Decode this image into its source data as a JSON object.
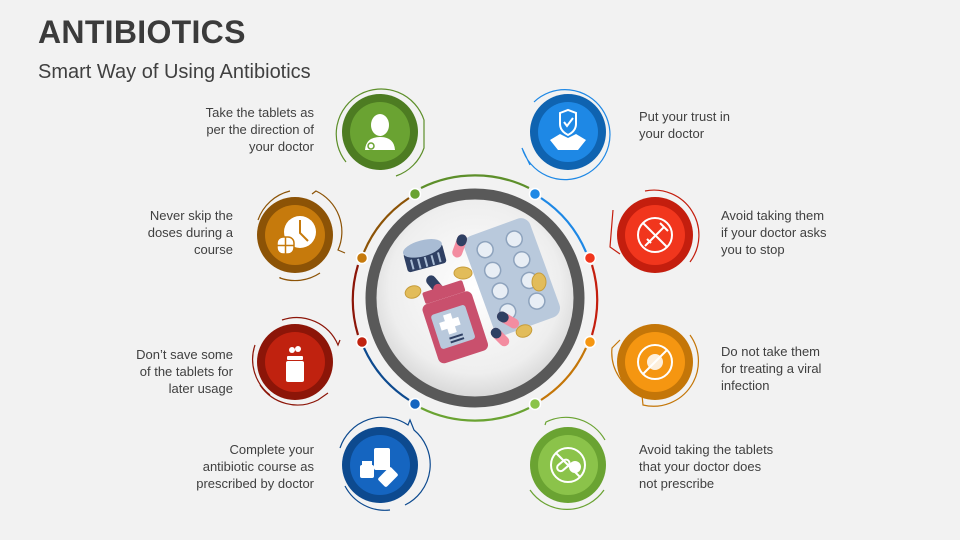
{
  "header": {
    "title": "ANTIBIOTICS",
    "subtitle": "Smart Way of Using Antibiotics"
  },
  "center": {
    "icon": "medicine-bottle-pills-icon",
    "ring_color": "#595959"
  },
  "steps": [
    {
      "id": "doctor-direction",
      "side": "left",
      "text": "Take the tablets as per the direction of your doctor",
      "lines": [
        "Take the tablets as",
        "per the direction of",
        "your doctor"
      ],
      "icon": "doctor-icon",
      "color": "#6aa332",
      "dark": "#4d7c22"
    },
    {
      "id": "trust-doctor",
      "side": "right",
      "text": "Put your trust in your doctor",
      "lines": [
        "Put your trust in",
        "your doctor"
      ],
      "icon": "handshake-shield-icon",
      "color": "#1e88e5",
      "dark": "#0f63b0"
    },
    {
      "id": "stop-when-asked",
      "side": "right",
      "text": "Avoid taking them if your doctor asks you to stop",
      "lines": [
        "Avoid taking them",
        "if your doctor asks",
        "you to stop"
      ],
      "icon": "no-syringe-icon",
      "color": "#f1361d",
      "dark": "#c41e0e"
    },
    {
      "id": "no-viral",
      "side": "right",
      "text": "Do not take them for treating a viral infection",
      "lines": [
        "Do not take them",
        "for treating a viral",
        "infection"
      ],
      "icon": "no-virus-icon",
      "color": "#f59611",
      "dark": "#c47608"
    },
    {
      "id": "no-unprescribed",
      "side": "right",
      "text": "Avoid taking the tablets that your doctor does not prescribe",
      "lines": [
        "Avoid taking the tablets",
        "that your doctor does",
        "not prescribe"
      ],
      "icon": "no-pills-icon",
      "color": "#8bc34a",
      "dark": "#6aa332"
    },
    {
      "id": "complete-course",
      "side": "left",
      "text": "Complete your antibiotic course as prescribed by doctor",
      "lines": [
        "Complete your",
        "antibiotic course as",
        "prescribed by doctor"
      ],
      "icon": "prescription-medicine-icon",
      "color": "#1565c0",
      "dark": "#0d4a8f"
    },
    {
      "id": "dont-save",
      "side": "left",
      "text": "Don’t save some of the tablets for later usage",
      "lines": [
        "Don’t save some",
        "of the tablets for",
        "later usage"
      ],
      "icon": "pill-bottle-icon",
      "color": "#c0220f",
      "dark": "#8c1508"
    },
    {
      "id": "never-skip",
      "side": "left",
      "text": "Never skip the doses during a course",
      "lines": [
        "Never skip the",
        "doses during a",
        "course"
      ],
      "icon": "clock-pills-icon",
      "color": "#c67a0c",
      "dark": "#8c5306"
    }
  ]
}
